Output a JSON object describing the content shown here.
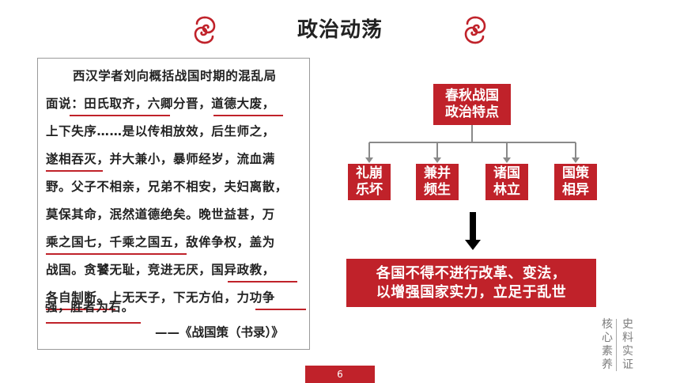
{
  "slide": {
    "title": "政治动荡",
    "accent_color": "#c0222a",
    "decor_icon": "auspicious-cloud-icon"
  },
  "quote": {
    "lines": [
      "西汉学者刘向概括战国时期的混乱局",
      "面说：田氏取齐，六卿分晋，道德大废，",
      "上下失序……是以传相放效，后生师之，",
      "遂相吞灭，并大兼小，暴师经岁，流血满",
      "野。父子不相亲，兄弟不相安，夫妇离散，",
      "莫保其命，泯然道德绝矣。晚世益甚，万",
      "乘之国七，千乘之国五，敌侔争权，盖为",
      "战国。贪饕无耻，竞进无厌，国异政教，",
      "各自制断。上无天子，下无方伯，力功争",
      "强，胜者为右。"
    ],
    "source": "——《战国策（书录）》"
  },
  "diagram": {
    "root": {
      "line1": "春秋战国",
      "line2": "政治特点"
    },
    "children": [
      {
        "line1": "礼崩",
        "line2": "乐坏"
      },
      {
        "line1": "兼并",
        "line2": "频生"
      },
      {
        "line1": "诸国",
        "line2": "林立"
      },
      {
        "line1": "国策",
        "line2": "相异"
      }
    ],
    "result": {
      "line1": "各国不得不进行改革、变法，",
      "line2": "以增强国家实力，立足于乱世"
    }
  },
  "sidebar": {
    "col1": "核心素养",
    "col2": "史料实证"
  },
  "page_number": "6"
}
